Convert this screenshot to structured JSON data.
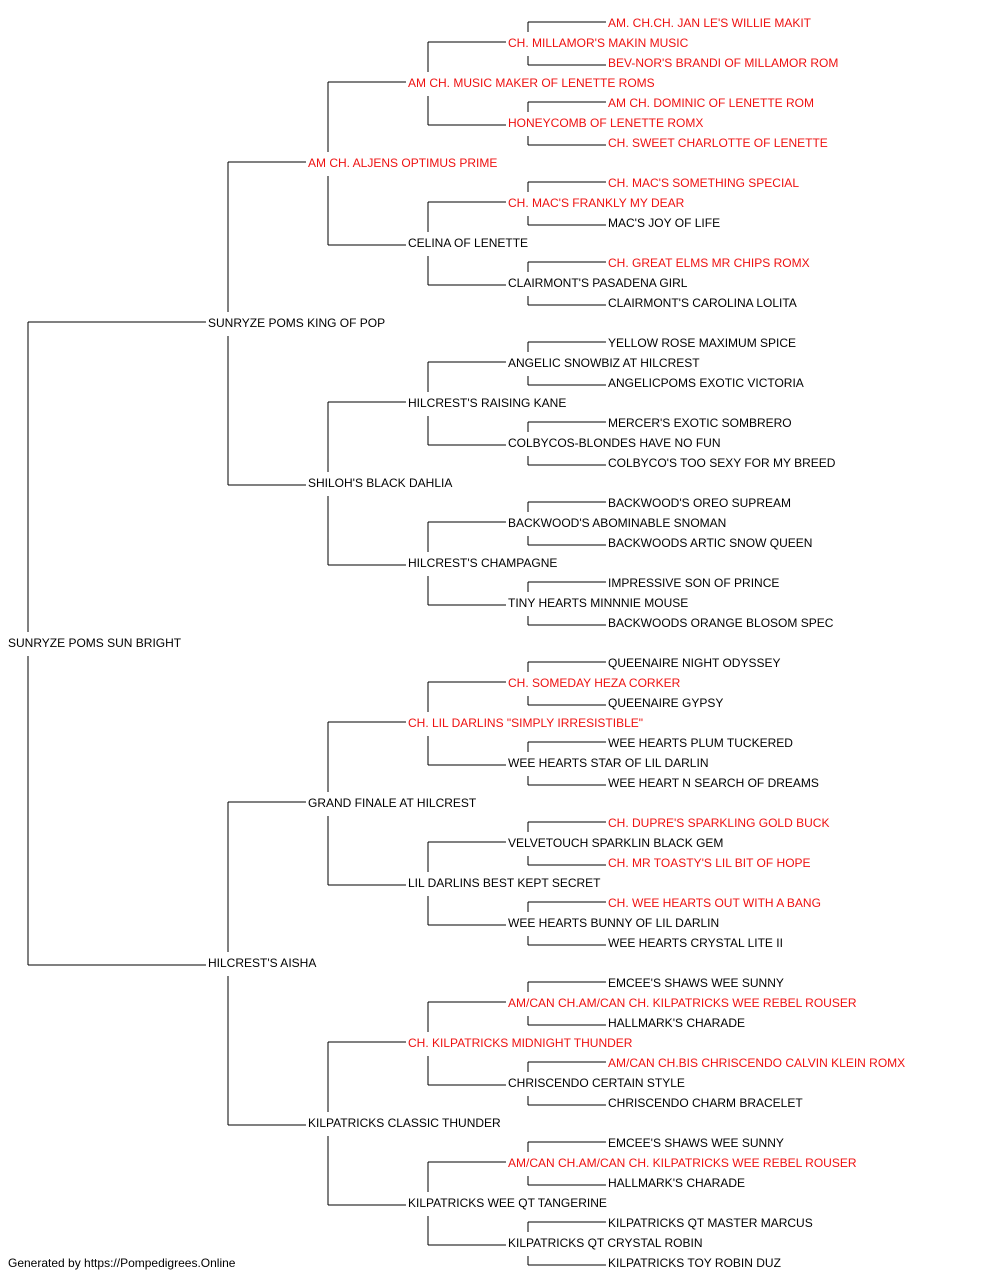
{
  "colors": {
    "champion": "#ee1111",
    "normal": "#000000",
    "line": "#000000"
  },
  "pedigree": {
    "name": "SUNRYZE POMS SUN BRIGHT",
    "ch": false,
    "sire": {
      "name": "SUNRYZE POMS KING OF POP",
      "ch": false,
      "sire": {
        "name": "AM CH. ALJENS OPTIMUS PRIME",
        "ch": true,
        "sire": {
          "name": "AM CH. MUSIC MAKER OF LENETTE ROMS",
          "ch": true,
          "sire": {
            "name": "CH. MILLAMOR'S MAKIN MUSIC",
            "ch": true,
            "sire": {
              "name": "AM. CH.CH. JAN LE'S WILLIE MAKIT",
              "ch": true
            },
            "dam": {
              "name": "BEV-NOR'S BRANDI OF MILLAMOR ROM",
              "ch": true
            }
          },
          "dam": {
            "name": "HONEYCOMB OF LENETTE ROMX",
            "ch": true,
            "sire": {
              "name": "AM CH. DOMINIC OF LENETTE ROM",
              "ch": true
            },
            "dam": {
              "name": "CH. SWEET CHARLOTTE OF LENETTE",
              "ch": true
            }
          }
        },
        "dam": {
          "name": "CELINA OF LENETTE",
          "ch": false,
          "sire": {
            "name": "CH. MAC'S FRANKLY MY DEAR",
            "ch": true,
            "sire": {
              "name": "CH. MAC'S SOMETHING SPECIAL",
              "ch": true
            },
            "dam": {
              "name": "MAC'S JOY OF LIFE",
              "ch": false
            }
          },
          "dam": {
            "name": "CLAIRMONT'S PASADENA GIRL",
            "ch": false,
            "sire": {
              "name": "CH. GREAT ELMS MR CHIPS ROMX",
              "ch": true
            },
            "dam": {
              "name": "CLAIRMONT'S CAROLINA LOLITA",
              "ch": false
            }
          }
        }
      },
      "dam": {
        "name": "SHILOH'S BLACK DAHLIA",
        "ch": false,
        "sire": {
          "name": "HILCREST'S RAISING KANE",
          "ch": false,
          "sire": {
            "name": "ANGELIC SNOWBIZ AT HILCREST",
            "ch": false,
            "sire": {
              "name": "YELLOW ROSE MAXIMUM SPICE",
              "ch": false
            },
            "dam": {
              "name": "ANGELICPOMS EXOTIC VICTORIA",
              "ch": false
            }
          },
          "dam": {
            "name": "COLBYCOS-BLONDES HAVE NO FUN",
            "ch": false,
            "sire": {
              "name": "MERCER'S EXOTIC SOMBRERO",
              "ch": false
            },
            "dam": {
              "name": "COLBYCO'S TOO SEXY FOR MY BREED",
              "ch": false
            }
          }
        },
        "dam": {
          "name": "HILCREST'S CHAMPAGNE",
          "ch": false,
          "sire": {
            "name": "BACKWOOD'S ABOMINABLE SNOMAN",
            "ch": false,
            "sire": {
              "name": "BACKWOOD'S OREO SUPREAM",
              "ch": false
            },
            "dam": {
              "name": "BACKWOODS ARTIC SNOW QUEEN",
              "ch": false
            }
          },
          "dam": {
            "name": "TINY HEARTS MINNNIE MOUSE",
            "ch": false,
            "sire": {
              "name": "IMPRESSIVE SON OF PRINCE",
              "ch": false
            },
            "dam": {
              "name": "BACKWOODS ORANGE BLOSOM SPEC",
              "ch": false
            }
          }
        }
      }
    },
    "dam": {
      "name": "HILCREST'S AISHA",
      "ch": false,
      "sire": {
        "name": "GRAND FINALE AT HILCREST",
        "ch": false,
        "sire": {
          "name": "CH. LIL DARLINS \"SIMPLY IRRESISTIBLE\"",
          "ch": true,
          "sire": {
            "name": "CH. SOMEDAY HEZA CORKER",
            "ch": true,
            "sire": {
              "name": "QUEENAIRE NIGHT ODYSSEY",
              "ch": false
            },
            "dam": {
              "name": "QUEENAIRE GYPSY",
              "ch": false
            }
          },
          "dam": {
            "name": "WEE HEARTS STAR OF LIL DARLIN",
            "ch": false,
            "sire": {
              "name": "WEE HEARTS PLUM TUCKERED",
              "ch": false
            },
            "dam": {
              "name": "WEE HEART N SEARCH OF DREAMS",
              "ch": false
            }
          }
        },
        "dam": {
          "name": "LIL DARLINS BEST KEPT SECRET",
          "ch": false,
          "sire": {
            "name": "VELVETOUCH SPARKLIN BLACK GEM",
            "ch": false,
            "sire": {
              "name": "CH. DUPRE'S SPARKLING GOLD BUCK",
              "ch": true
            },
            "dam": {
              "name": "CH. MR TOASTY'S LIL BIT OF HOPE",
              "ch": true
            }
          },
          "dam": {
            "name": "WEE HEARTS BUNNY OF LIL DARLIN",
            "ch": false,
            "sire": {
              "name": "CH. WEE HEARTS OUT WITH A BANG",
              "ch": true
            },
            "dam": {
              "name": "WEE HEARTS CRYSTAL LITE II",
              "ch": false
            }
          }
        }
      },
      "dam": {
        "name": "KILPATRICKS CLASSIC THUNDER",
        "ch": false,
        "sire": {
          "name": "CH. KILPATRICKS MIDNIGHT THUNDER",
          "ch": true,
          "sire": {
            "name": "AM/CAN CH.AM/CAN CH. KILPATRICKS WEE REBEL ROUSER",
            "ch": true,
            "sire": {
              "name": "EMCEE'S SHAWS WEE SUNNY",
              "ch": false
            },
            "dam": {
              "name": "HALLMARK'S CHARADE",
              "ch": false
            }
          },
          "dam": {
            "name": "CHRISCENDO CERTAIN STYLE",
            "ch": false,
            "sire": {
              "name": "AM/CAN CH.BIS CHRISCENDO CALVIN KLEIN ROMX",
              "ch": true
            },
            "dam": {
              "name": "CHRISCENDO CHARM BRACELET",
              "ch": false
            }
          }
        },
        "dam": {
          "name": "KILPATRICKS WEE QT TANGERINE",
          "ch": false,
          "sire": {
            "name": "AM/CAN CH.AM/CAN CH. KILPATRICKS WEE REBEL ROUSER",
            "ch": true,
            "sire": {
              "name": "EMCEE'S SHAWS WEE SUNNY",
              "ch": false
            },
            "dam": {
              "name": "HALLMARK'S CHARADE",
              "ch": false
            }
          },
          "dam": {
            "name": "KILPATRICKS QT CRYSTAL ROBIN",
            "ch": false,
            "sire": {
              "name": "KILPATRICKS QT MASTER MARCUS",
              "ch": false
            },
            "dam": {
              "name": "KILPATRICKS TOY ROBIN DUZ",
              "ch": false
            }
          }
        }
      }
    }
  },
  "footer": {
    "text": "Generated by https://Pompedigrees.Online"
  }
}
